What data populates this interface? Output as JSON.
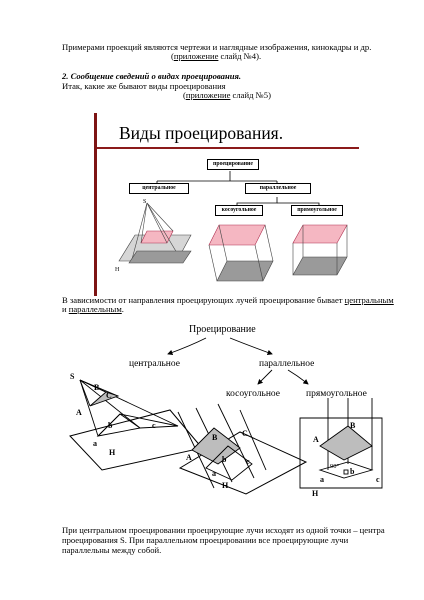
{
  "intro": {
    "line1": "Примерами проекций являются чертежи и наглядные изображения, кинокадры и др.",
    "appendix_prefix": "(",
    "appendix_link": "приложение",
    "appendix_suffix": " слайд №4)."
  },
  "section": {
    "heading": "2.   Сообщение сведений о видах проецирования.",
    "question": "Итак, какие же бывают виды проецирования",
    "appendix_prefix": "(",
    "appendix_link": "приложение",
    "appendix_suffix": " слайд №5)"
  },
  "slide": {
    "title": "Виды проецирования.",
    "root": "проецирование",
    "central": "центральное",
    "parallel": "параллельное",
    "oblique": "косоугольное",
    "orthogonal": "прямоугольное",
    "label_S": "S",
    "label_H": "H"
  },
  "paragraph1": {
    "part1": "В зависимости от направления проецирующих лучей проецирование бывает ",
    "link1": "центральным",
    "part2": "и ",
    "link2": "параллельным",
    "part3": "."
  },
  "diagram": {
    "root": "Проецирование",
    "central": "центральное",
    "parallel": "параллельное",
    "oblique": "косоугольное",
    "orthogonal": "прямоугольное",
    "angle": "90°",
    "fig1": {
      "S": "S",
      "A": "A",
      "B": "B",
      "C": "C",
      "a": "a",
      "b": "b",
      "c": "c",
      "H": "H"
    },
    "fig2": {
      "A": "A",
      "B": "B",
      "C": "C",
      "a": "a",
      "b": "b",
      "c": "c",
      "H": "H"
    },
    "fig3": {
      "A": "A",
      "B": "B",
      "a": "a",
      "b": "b",
      "c": "c",
      "H": "H"
    }
  },
  "paragraph2": {
    "line1": "При центральном проецировании проецирующие лучи исходят из одной точки – центра",
    "line2": "проецирования S. При параллельном проецировании все проецирующие лучи",
    "line3": "параллельны между собой."
  },
  "colors": {
    "slide_rule": "#8b1a1a",
    "highlight": "#f4a7b4",
    "projection": "#b9b9b9"
  }
}
